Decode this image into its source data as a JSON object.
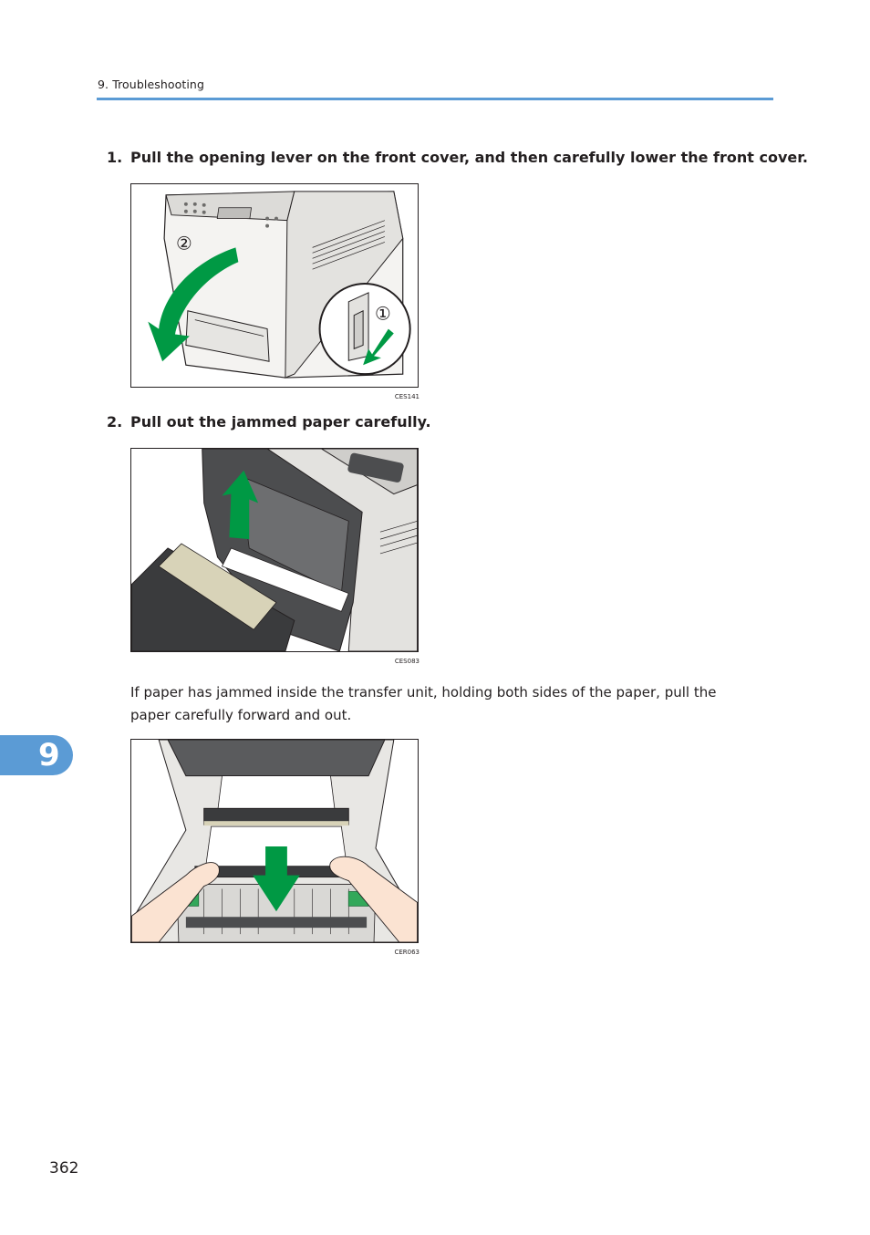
{
  "header": {
    "section": "9. Troubleshooting"
  },
  "steps": [
    {
      "number": "1.",
      "text": "Pull the opening lever on the front cover, and then carefully lower the front cover."
    },
    {
      "number": "2.",
      "text": "Pull out the jammed paper carefully."
    }
  ],
  "figures": [
    {
      "code": "CES141",
      "callouts": [
        "②",
        "①"
      ]
    },
    {
      "code": "CES083"
    },
    {
      "code": "CER063"
    }
  ],
  "body": {
    "paragraph": "If paper has jammed inside the transfer unit, holding both sides of the paper, pull the paper carefully forward and out."
  },
  "chapter_tab": {
    "number": "9"
  },
  "footer": {
    "page_number": "362"
  },
  "colors": {
    "accent": "#5b9bd5",
    "arrow": "#009944",
    "text": "#231f20"
  }
}
